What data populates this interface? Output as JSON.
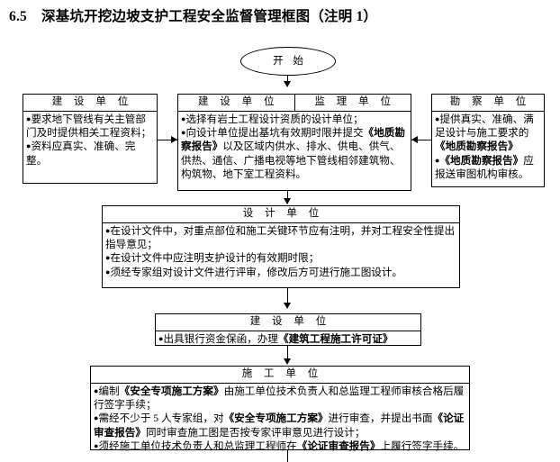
{
  "title": {
    "number": "6.5",
    "text": "深基坑开挖边坡支护工程安全监督管理框图（注明 1）"
  },
  "start_node": {
    "label": "开 始"
  },
  "boxes": {
    "owner_left": {
      "header": "建 设 单 位",
      "lines": [
        "要求地下管线有关主管部门及时提供相关工程资料；",
        "资料应真实、准确、完整。"
      ]
    },
    "owner_supervisor": {
      "header_left": "建 设 单 位",
      "header_right": "监 理 单 位",
      "line1": "选择有岩土工程设计资质的设计单位；",
      "line2_a": "向设计单位提出基坑有效期时限并提交",
      "line2_bold": "《地质勘察报告》",
      "line2_b": "以及区域内供水、排水、供电、供气、供热、通信、广播电视等地下管线相邻建筑物、构筑物、地下室工程资料。"
    },
    "survey_right": {
      "header": "勘 察 单 位",
      "line1_a": "提供真实、准确、满足设计与施工要求的",
      "line1_bold": "《地质勘察报告》",
      "line2_bold": "《地质勘察报告》",
      "line2_b": "应报送审图机构审核。"
    },
    "design": {
      "header": "设 计 单 位",
      "lines": [
        "在设计文件中，对重点部位和施工关键环节应有注明，并对工程安全性提出指导意见；",
        "在设计文件中应注明支护设计的有效期时限；",
        "须经专家组对设计文件进行评审，修改后方可进行施工图设计。"
      ]
    },
    "owner_permit": {
      "header": "建 设 单 位",
      "line_a": "出具银行资金保函，办理",
      "line_bold": "《建筑工程施工许可证》"
    },
    "contractor": {
      "header": "施 工 单 位",
      "b1_a": "编制",
      "b1_bold": "《安全专项施工方案》",
      "b1_b": "由施工单位技术负责人和总监理工程师审核合格后履行签字手续；",
      "b2_a": "需经不少于 5 人专家组，对",
      "b2_bold1": "《安全专项施工方案》",
      "b2_b": "进行审查，并提出书面",
      "b2_bold2": "《论证审查报告》",
      "b2_c": "同时审查施工图是否按专家评审意见进行设计；",
      "b3_a": "须经施工单位技术负责人和总监理工程师在",
      "b3_bold": "《论证审查报告》",
      "b3_b": "上履行签字手续。"
    }
  },
  "colors": {
    "stroke": "#000000",
    "background": "#ffffff"
  }
}
